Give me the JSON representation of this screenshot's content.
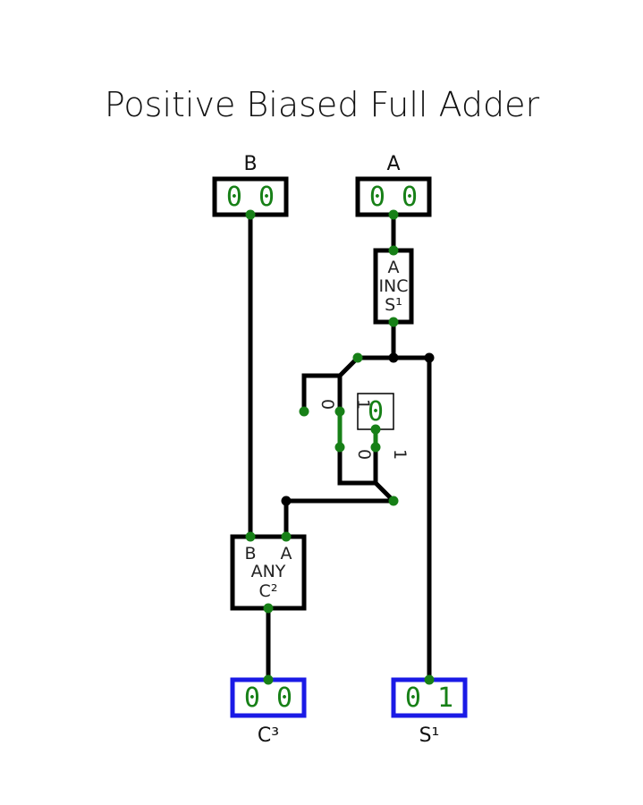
{
  "title": "Positive Biased Full Adder",
  "inputs": {
    "b": {
      "label": "B",
      "value": "0 0"
    },
    "a": {
      "label": "A",
      "value": "0 0"
    }
  },
  "inc_gate": {
    "line1": "A",
    "line2": "INC",
    "line3": "S¹"
  },
  "switch": {
    "value": "0",
    "labels": [
      "0",
      "1",
      "0",
      "1"
    ]
  },
  "any_gate": {
    "in_b": "B",
    "in_a": "A",
    "line2": "ANY",
    "line3": "C²"
  },
  "outputs": {
    "c3": {
      "label": "C³",
      "value": "0 0"
    },
    "s1": {
      "label": "S¹",
      "value": "0 1"
    }
  },
  "colors": {
    "wire": "#000000",
    "active": "#178017",
    "output_border": "#1a1ae6"
  }
}
